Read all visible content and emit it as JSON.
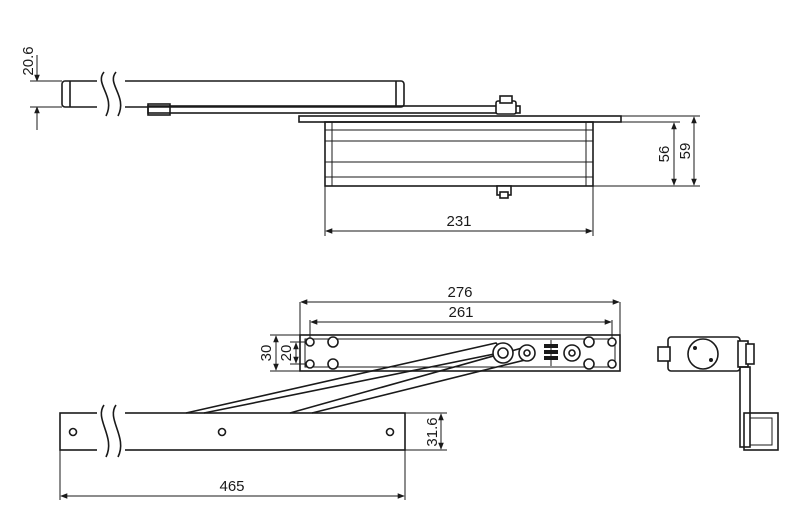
{
  "dimensions": {
    "top_view": {
      "arm_thickness": "20.6",
      "body_height": "56",
      "overall_height": "59",
      "body_length": "231"
    },
    "bottom_view": {
      "plate_length_outer": "276",
      "plate_length_inner": "261",
      "plate_height": "30",
      "hole_spacing": "20",
      "rail_height": "31.6",
      "rail_length": "465"
    }
  },
  "colors": {
    "line": "#1a1a1a",
    "background": "#ffffff"
  }
}
